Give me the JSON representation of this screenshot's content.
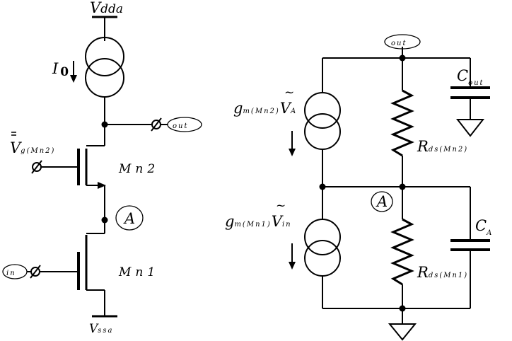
{
  "left": {
    "vdda": "V",
    "vdda_sub": "dda",
    "i0": "I",
    "i0_sub": "0",
    "out": "out",
    "vg": "V",
    "vg_sub": "g(Mn2)",
    "mn2": "Mn2",
    "node_a": "A",
    "in": "in",
    "mn1": "Mn1",
    "vssa": "V",
    "vssa_sub": "ssa"
  },
  "right": {
    "out": "out",
    "gm2": "g",
    "gm2_sub": "m(Mn2)",
    "va": "V",
    "va_sub": "A",
    "tilde": "~",
    "rds2": "R",
    "rds2_sub": "ds(Mn2)",
    "cout": "C",
    "cout_sub": "out",
    "node_a": "A",
    "gm1": "g",
    "gm1_sub": "m(Mn1)",
    "vin": "V",
    "vin_sub": "in",
    "rds1": "R",
    "rds1_sub": "ds(Mn1)",
    "ca": "C",
    "ca_sub": "A"
  }
}
